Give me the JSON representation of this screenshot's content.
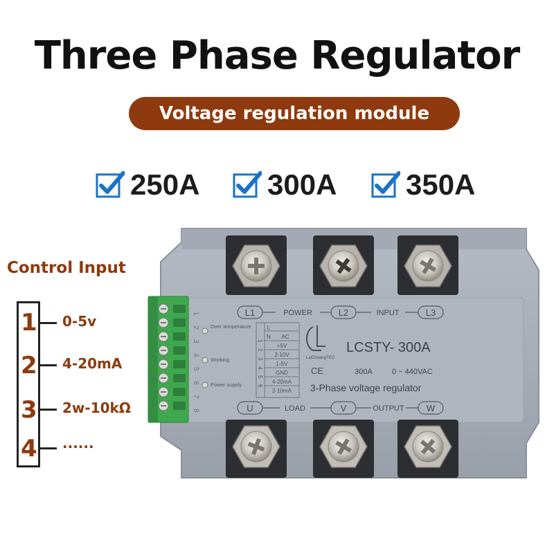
{
  "title": "Three Phase Regulator",
  "subtitle": "Voltage regulation module",
  "ratings": [
    "250A",
    "300A",
    "350A"
  ],
  "control_input": {
    "title": "Control Input",
    "options": [
      {
        "num": "1",
        "label": "0-5v"
      },
      {
        "num": "2",
        "label": "4-20mA"
      },
      {
        "num": "3",
        "label": "2w-10kΩ"
      },
      {
        "num": "4",
        "label": "......"
      }
    ]
  },
  "device": {
    "terminals_top": [
      "L1",
      "L2",
      "L3"
    ],
    "power_label": "POWER",
    "input_label": "INPUT",
    "terminals_bottom": [
      "U",
      "V",
      "W"
    ],
    "load_label": "LOAD",
    "output_label": "OUTPUT",
    "model": "LCSTY- 300A",
    "spec_current": "300A",
    "spec_voltage": "0 ~ 440VAC",
    "description": "3-Phase voltage regulator",
    "brand": "LaiChuangTEC",
    "ce": "CE",
    "indicators": [
      "Over temperature",
      "Working",
      "Power supply"
    ],
    "terminal_numbers": [
      "1",
      "2",
      "3",
      "4",
      "5",
      "6",
      "7",
      "8"
    ],
    "pin_table": [
      {
        "pin": "L",
        "sig": ""
      },
      {
        "pin": "N",
        "sig": "AC"
      },
      {
        "pin": "1",
        "sig": "+5V"
      },
      {
        "pin": "2",
        "sig": "2-10V"
      },
      {
        "pin": "3",
        "sig": "1-5V"
      },
      {
        "pin": "4",
        "sig": "GND"
      },
      {
        "pin": "5",
        "sig": "4-20mA"
      },
      {
        "pin": "6",
        "sig": "2-10mA"
      }
    ]
  },
  "colors": {
    "brand": "#8e3a0e",
    "check": "#1a73c8",
    "body": "#a9b0b9",
    "terminal_green": "#3fa84f"
  }
}
